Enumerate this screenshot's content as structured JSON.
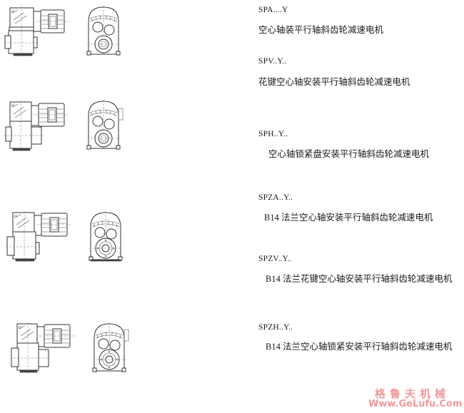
{
  "items": [
    {
      "code": "SPA....Y",
      "description": "空心轴装平行轴斜齿轮减速电机",
      "variant": "hollow-shaft"
    },
    {
      "code": "SPV..Y..",
      "description": "花键空心轴安装平行轴斜齿轮减速电机",
      "variant": "spline-hollow-shaft"
    },
    {
      "code": "SPH..Y..",
      "description": "空心轴锁紧盘安装平行轴斜齿轮减速电机",
      "variant": "shrink-disc"
    },
    {
      "code": "SPZA..Y..",
      "description": "B14 法兰空心轴安装平行轴斜齿轮减速电机",
      "variant": "b14-flange-hollow"
    },
    {
      "code": "SPZV..Y..",
      "description": "B14 法兰花键空心轴安装平行轴斜齿轮减速电机",
      "variant": "b14-flange-spline"
    },
    {
      "code": "SPZH..Y..",
      "description": "B14 法兰空心轴锁紧安装平行轴斜齿轮减速电机",
      "variant": "b14-flange-lock"
    }
  ],
  "watermark": {
    "name": "格鲁夫机械",
    "url": "Www.GeLufu.Com",
    "color": "#f29a9a"
  }
}
